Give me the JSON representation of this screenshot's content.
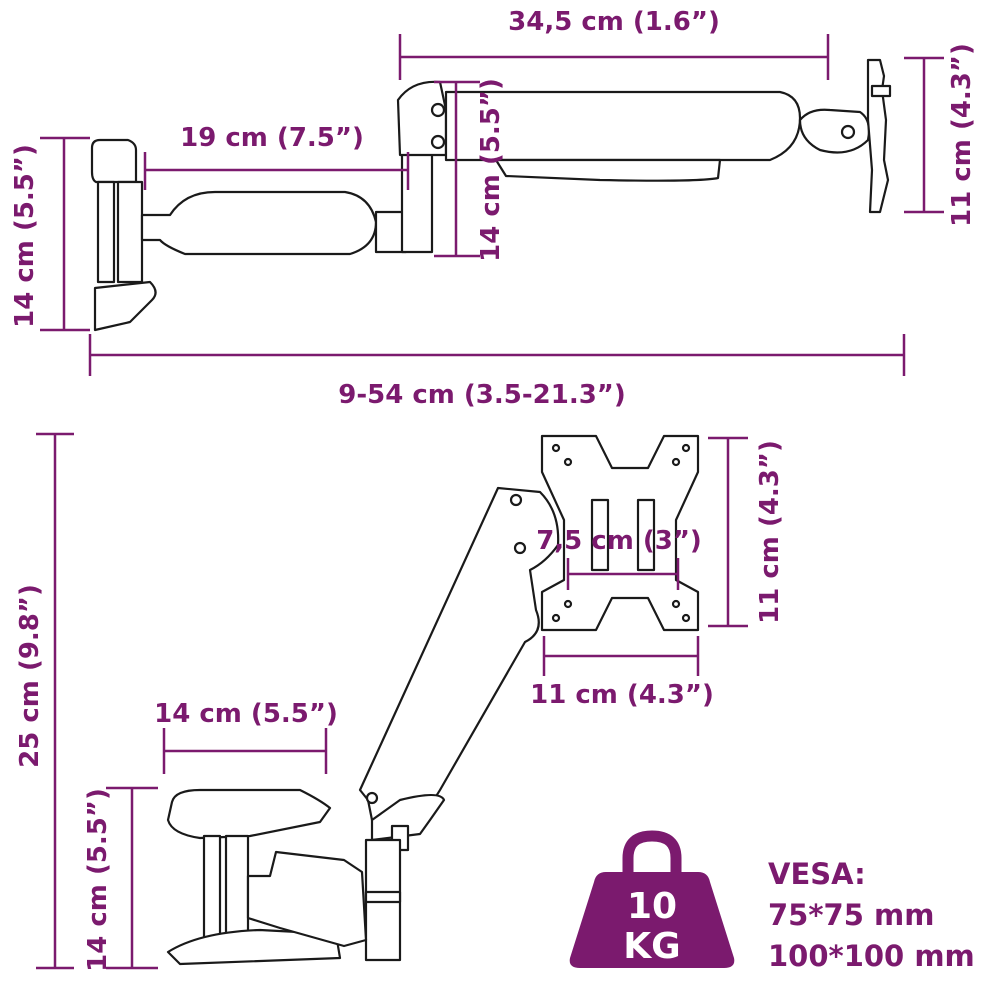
{
  "colors": {
    "accent": "#7b1a6e",
    "line": "#1a1a1a",
    "background": "#ffffff"
  },
  "top_view": {
    "dim_arm_total": "34,5 cm (1.6”)",
    "dim_arm_inner": "19 cm (7.5”)",
    "dim_joint_height": "14 cm (5.5”)",
    "dim_clamp_height": "14 cm (5.5”)",
    "dim_plate_height": "11 cm (4.3”)",
    "dim_extension": "9-54 cm (3.5-21.3”)"
  },
  "side_view": {
    "dim_total_height": "25 cm (9.8”)",
    "dim_clamp_width": "14 cm (5.5”)",
    "dim_clamp_height": "14 cm (5.5”)",
    "dim_plate_height": "11 cm (4.3”)",
    "dim_plate_width": "11 cm (4.3”)",
    "dim_vesa_inner": "7,5 cm (3”)"
  },
  "weight": {
    "line1": "10",
    "line2": "KG",
    "icon": "weight-icon"
  },
  "vesa": {
    "label": "VESA:",
    "size1": "75*75 mm",
    "size2": "100*100 mm"
  }
}
